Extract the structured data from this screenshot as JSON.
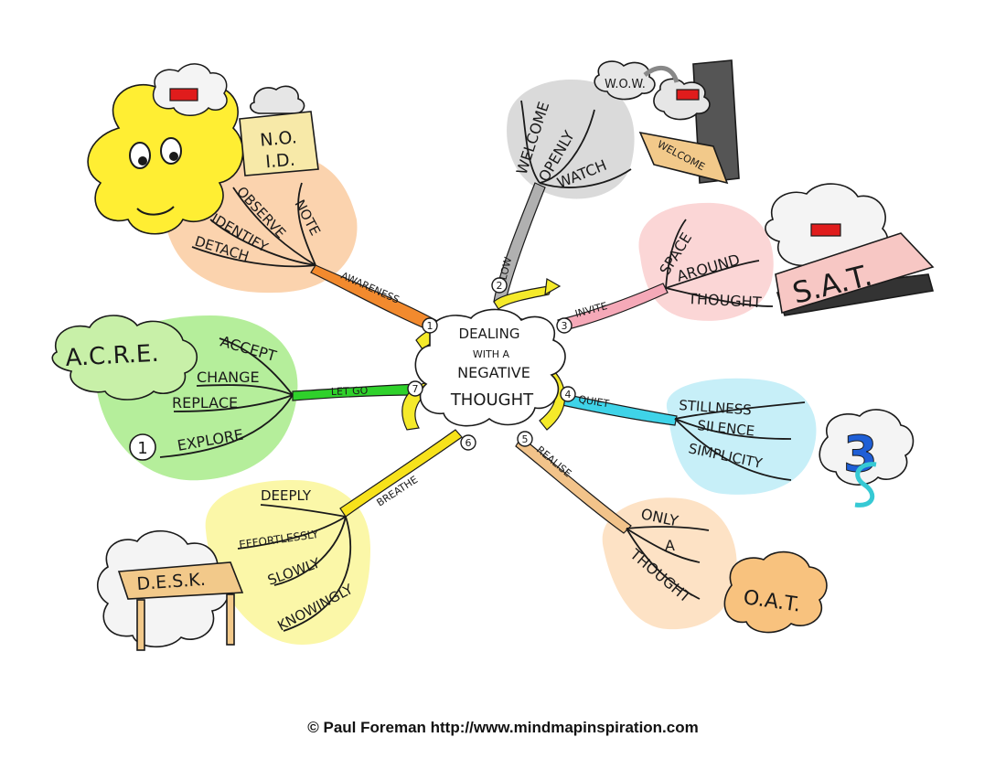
{
  "center": {
    "title_lines": [
      "DEALING",
      "WITH A",
      "NEGATIVE",
      "THOUGHT"
    ]
  },
  "branches": [
    {
      "number": "1",
      "label": "AWARENESS",
      "color": "#f28a2e",
      "blob_color": "#fbd3ae",
      "items": [
        "NOTE",
        "OBSERVE",
        "IDENTIFY",
        "DETACH"
      ],
      "acronym_lines": [
        "N.O.",
        "I.D."
      ]
    },
    {
      "number": "2",
      "label": "ALLOW",
      "color": "#b0b0b0",
      "blob_color": "#dadada",
      "items": [
        "WELCOME",
        "OPENLY",
        "WATCH"
      ],
      "acronym": "W.O.W.",
      "mat_label": "WELCOME"
    },
    {
      "number": "3",
      "label": "INVITE",
      "color": "#f5a9b8",
      "blob_color": "#fbd6d6",
      "items": [
        "SPACE",
        "AROUND",
        "THOUGHT"
      ],
      "acronym": "S.A.T."
    },
    {
      "number": "4",
      "label": "QUIET",
      "color": "#3fd3e8",
      "blob_color": "#c7eff8",
      "items": [
        "STILLNESS",
        "SILENCE",
        "SIMPLICITY"
      ],
      "symbol": "3S"
    },
    {
      "number": "5",
      "label": "REALISE",
      "color": "#f2c38a",
      "blob_color": "#fde2c5",
      "items": [
        "ONLY",
        "A",
        "THOUGHT"
      ],
      "acronym": "O.A.T."
    },
    {
      "number": "6",
      "label": "BREATHE",
      "color": "#f7e21b",
      "blob_color": "#fbf7a8",
      "items": [
        "DEEPLY",
        "EFFORTLESSLY",
        "SLOWLY",
        "KNOWINGLY"
      ],
      "acronym": "D.E.S.K."
    },
    {
      "number": "7",
      "label": "LET GO",
      "color": "#2fd12b",
      "blob_color": "#b5ee9b",
      "items": [
        "ACCEPT",
        "CHANGE",
        "REPLACE",
        "EXPLORE"
      ],
      "acronym": "A.C.R.E.",
      "circle_number": "1"
    }
  ],
  "footer": "© Paul Foreman http://www.mindmapinspiration.com",
  "colors": {
    "outline": "#1a1a1a",
    "cloud": "#f4f4f4",
    "brain": "#ffee33",
    "red_block": "#e01c1c",
    "oat_cloud": "#f8c27e",
    "sat_card": "#f7c7c4",
    "desk": "#f2c98a",
    "three_s_blue": "#1f5fd6",
    "three_s_teal": "#36c9d4"
  }
}
